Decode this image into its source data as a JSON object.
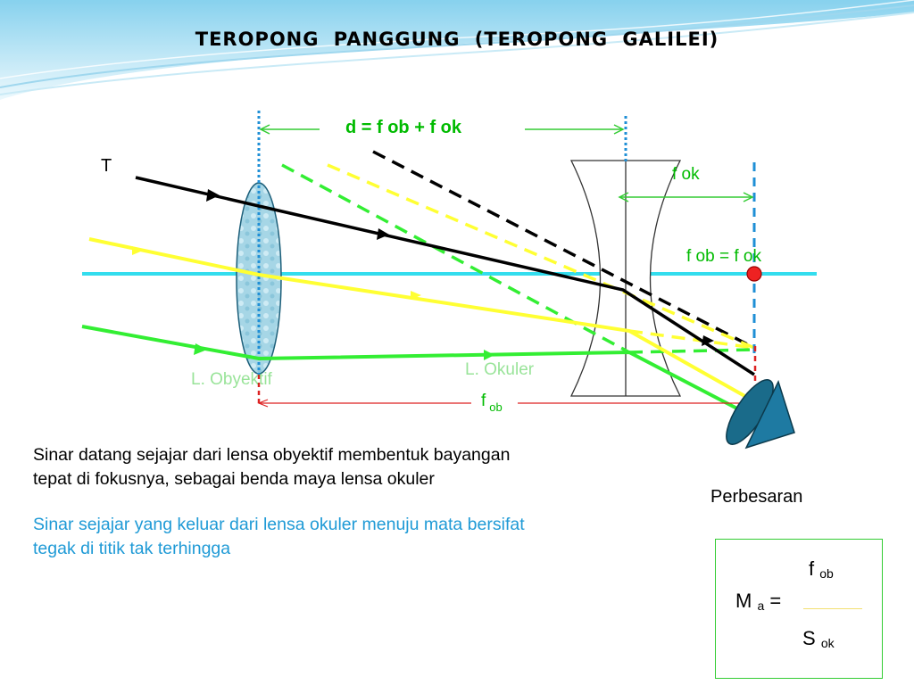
{
  "title": "TEROPONG  PANGGUNG  (TEROPONG  GALILEI)",
  "labels": {
    "distance": "d = f ob + f ok",
    "object_point": "T",
    "f_ok": "f ok",
    "f_ob_eq_f_ok": "f ob = f ok",
    "objective_lens": "L. Obyektif",
    "ocular_lens": "L. Okuler",
    "f_ob_main": "f",
    "f_ob_sub": "ob"
  },
  "text": {
    "paragraph_1_line_1": "Sinar datang sejajar dari lensa obyektif membentuk bayangan",
    "paragraph_1_line_2": "tepat di fokusnya, sebagai benda maya lensa okuler",
    "paragraph_2_line_1": "Sinar sejajar yang keluar dari lensa okuler menuju mata bersifat",
    "paragraph_2_line_2": "tegak di titik tak terhingga",
    "magnification_heading": "Perbesaran"
  },
  "formula": {
    "lhs_main": "M",
    "lhs_sub": "a",
    "equals": "=",
    "numerator_main": "f",
    "numerator_sub": "ob",
    "denominator_main": "S",
    "denominator_sub": "ok"
  },
  "colors": {
    "optical_axis": "#33ddee",
    "ray_black": "#000000",
    "ray_yellow": "#ffff33",
    "ray_green": "#33ee33",
    "dimension_green": "#33cc33",
    "dimension_red": "#dd2222",
    "focus_point": "#ee2222",
    "label_green": "#00bb00",
    "text_blue": "#1f9ad6",
    "lens_fill": "#9fd3e3",
    "eye_fill": "#1a6b8a"
  }
}
